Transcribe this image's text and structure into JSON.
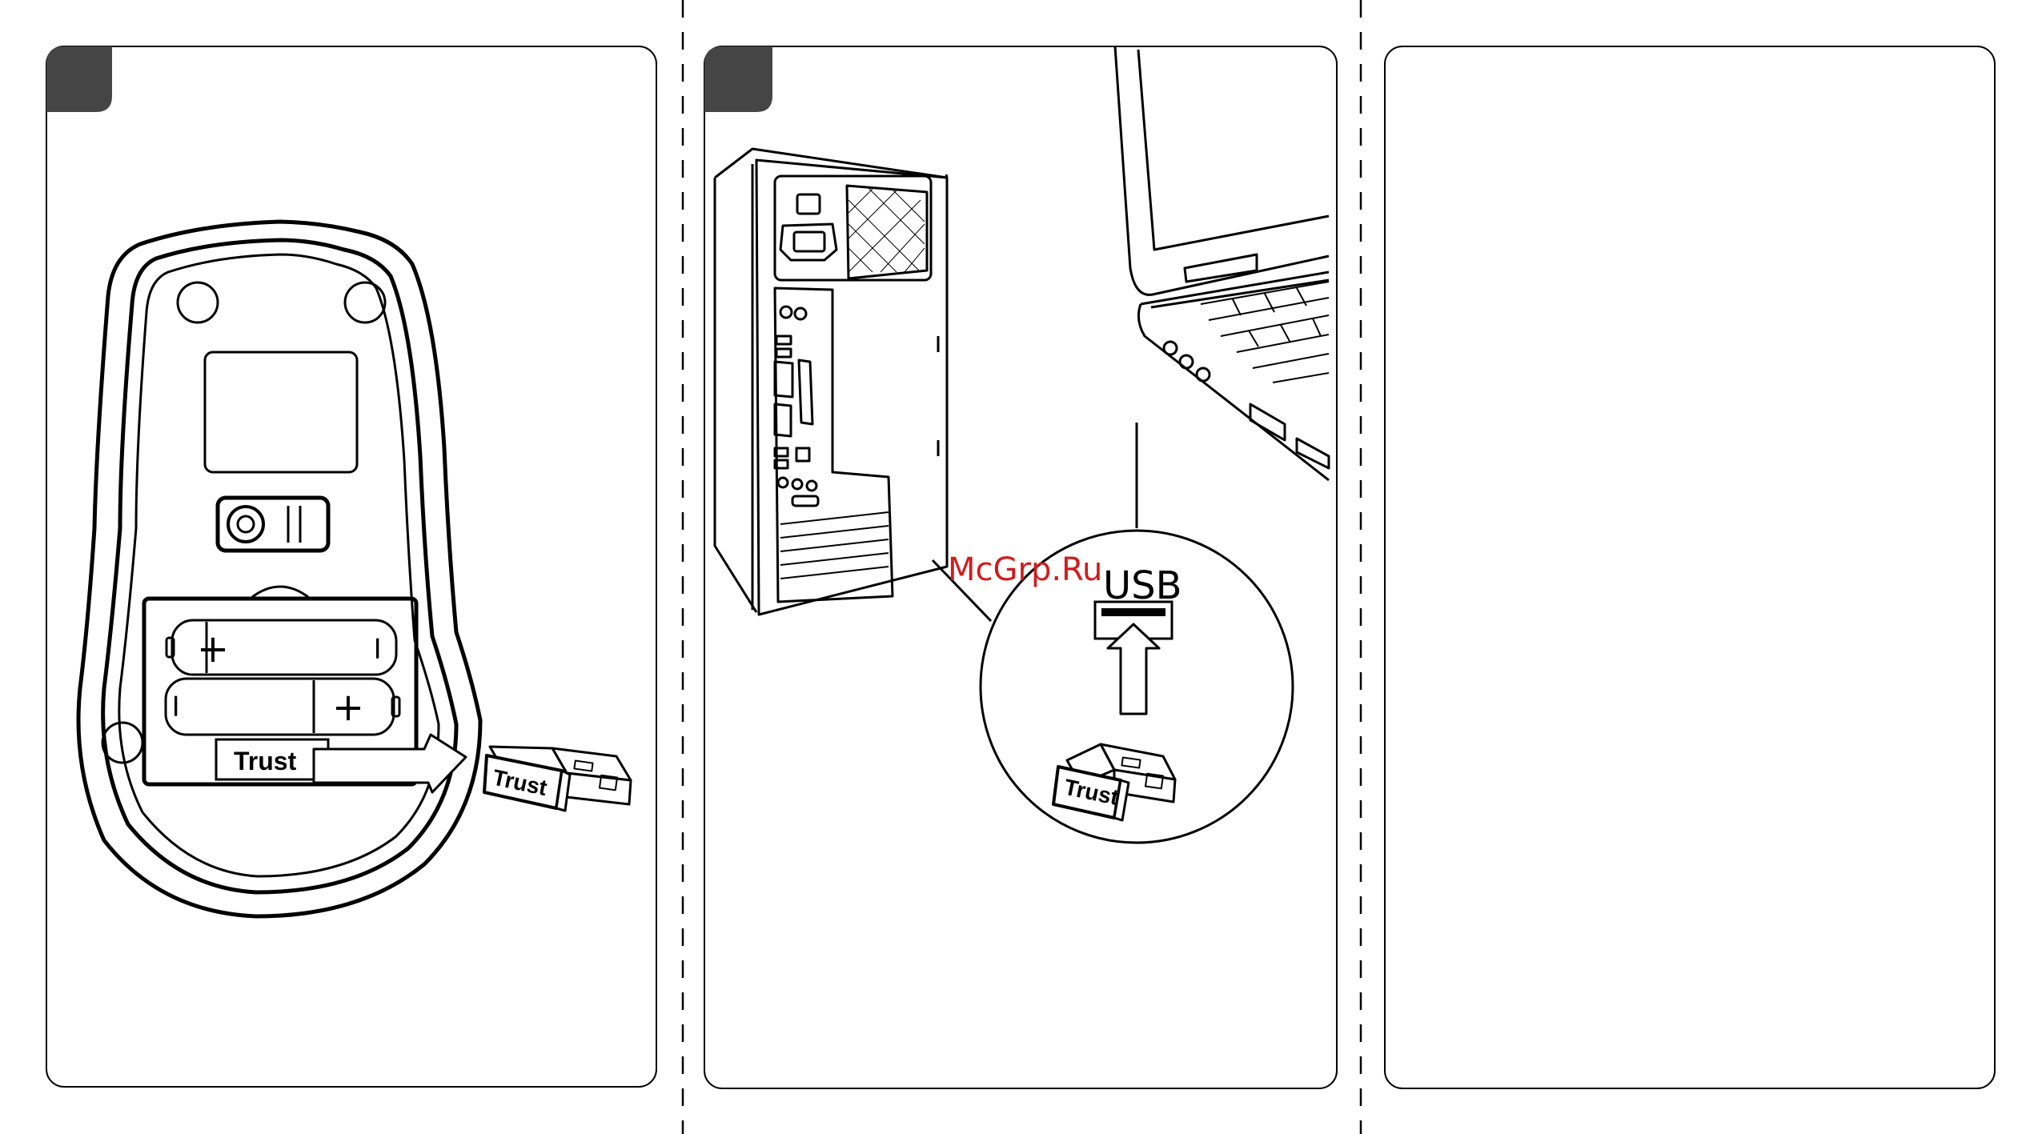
{
  "document": {
    "watermark": "McGrp.Ru",
    "brand_logo_text": "Trust",
    "colors": {
      "tab_fill": "#454545",
      "line": "#000000",
      "watermark": "#d01c1c",
      "background": "#ffffff"
    }
  },
  "panels": [
    {
      "id": "step-1",
      "badge": "",
      "battery_plus_label": "+",
      "battery_minus_label": "−",
      "receiver_logo": "Trust"
    },
    {
      "id": "step-2",
      "badge": "",
      "port_label": "USB",
      "receiver_logo": "Trust"
    },
    {
      "id": "step-3",
      "badge": ""
    }
  ]
}
